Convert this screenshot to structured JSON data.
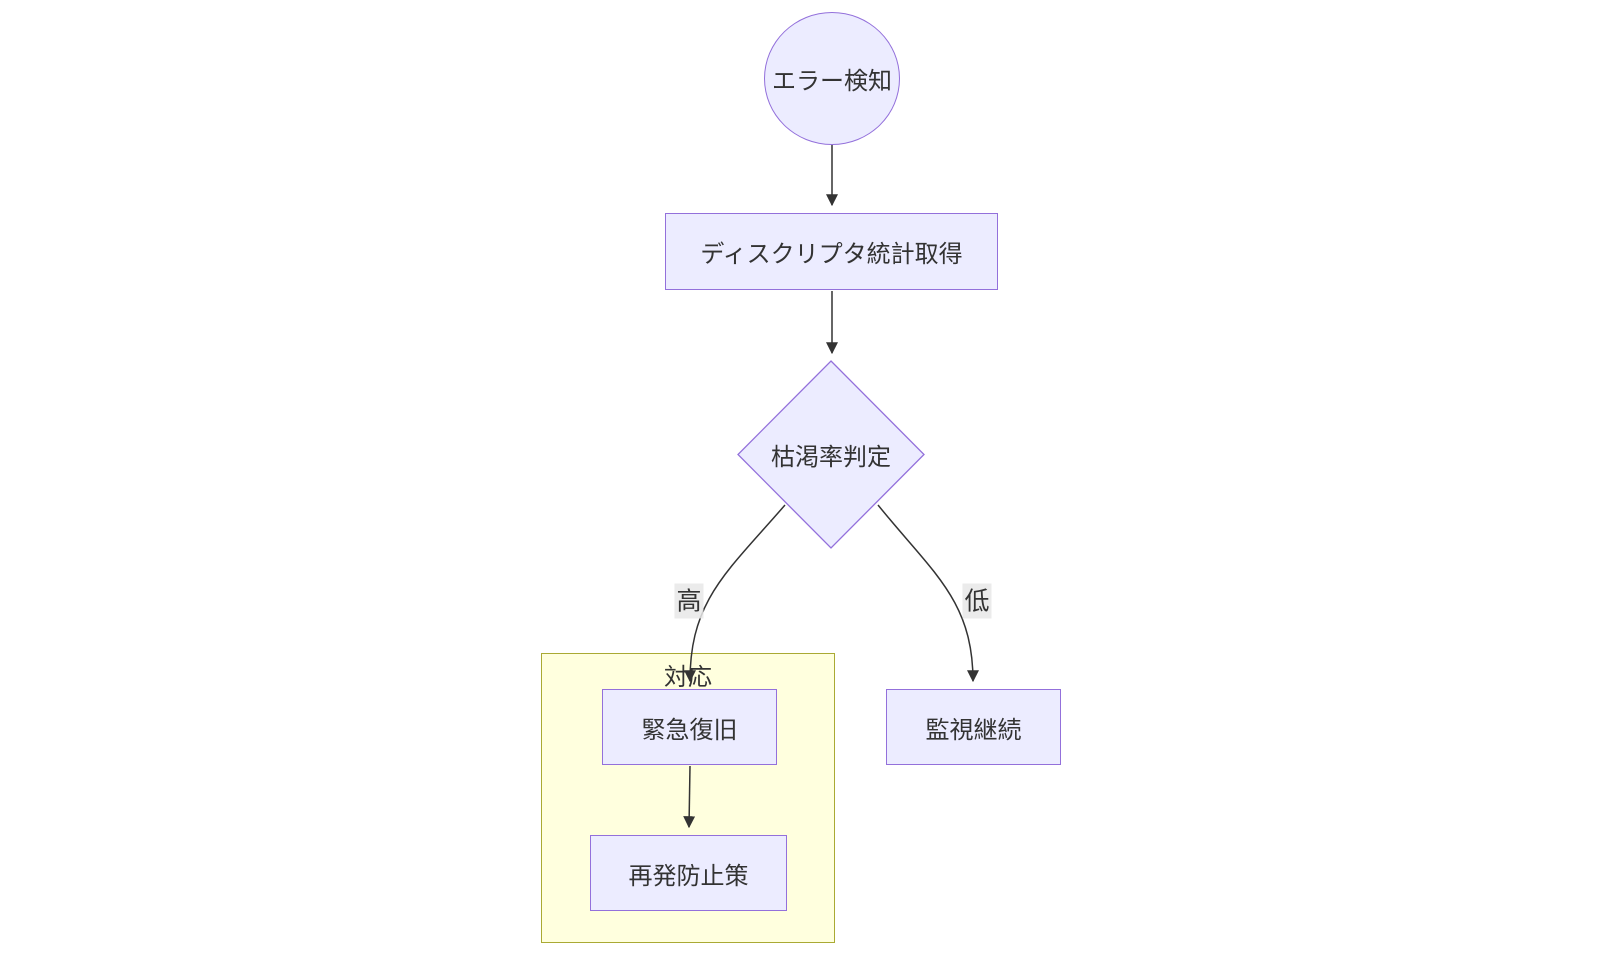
{
  "diagram": {
    "type": "flowchart",
    "direction": "top-down",
    "nodes": {
      "error_detect": {
        "shape": "circle",
        "label": "エラー検知"
      },
      "descriptor_stats": {
        "shape": "rect",
        "label": "ディスクリプタ統計取得"
      },
      "depletion_check": {
        "shape": "diamond",
        "label": "枯渇率判定"
      },
      "emergency_recovery": {
        "shape": "rect",
        "label": "緊急復旧"
      },
      "recurrence_prevention": {
        "shape": "rect",
        "label": "再発防止策"
      },
      "monitoring_continue": {
        "shape": "rect",
        "label": "監視継続"
      }
    },
    "cluster": {
      "label": "対応",
      "children": [
        "emergency_recovery",
        "recurrence_prevention"
      ]
    },
    "edges": [
      {
        "from": "error_detect",
        "to": "descriptor_stats",
        "label": ""
      },
      {
        "from": "descriptor_stats",
        "to": "depletion_check",
        "label": ""
      },
      {
        "from": "depletion_check",
        "to": "emergency_recovery",
        "label": "高"
      },
      {
        "from": "depletion_check",
        "to": "monitoring_continue",
        "label": "低"
      },
      {
        "from": "emergency_recovery",
        "to": "recurrence_prevention",
        "label": ""
      }
    ],
    "colors": {
      "node_fill": "#ECECFF",
      "node_border": "#9370DB",
      "cluster_fill": "#FFFFDE",
      "cluster_border": "#AAAA33",
      "edge_line": "#333333",
      "edge_label_bg": "#E8E8E8",
      "text": "#333333",
      "background": "#FFFFFF"
    }
  }
}
